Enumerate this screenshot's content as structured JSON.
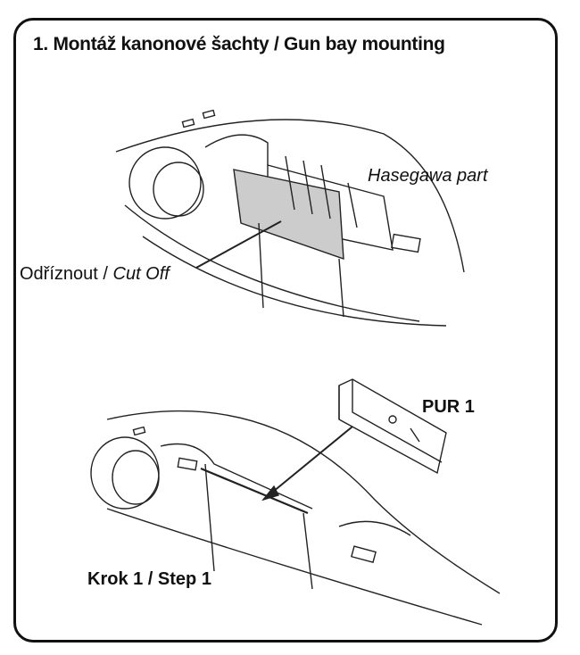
{
  "title": "1. Montáž kanonové šachty / Gun bay mounting",
  "labels": {
    "hasegawa": "Hasegawa part",
    "cut_off_cz": "Odříznout /",
    "cut_off_en": "Cut Off",
    "part": "PUR 1",
    "step": "Krok 1 / Step 1"
  }
}
